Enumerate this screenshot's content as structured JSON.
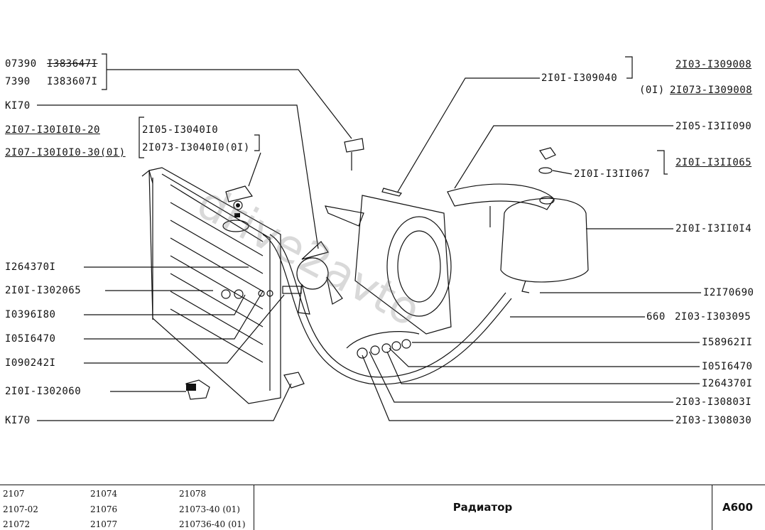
{
  "labels": {
    "l1a": "07390",
    "l1b": "I383647I",
    "l2a": "7390",
    "l2b": "I383607I",
    "k170_top": "KI70",
    "p2107_1": "2I07-I30I0I0-20",
    "p2107_2": "2I07-I30I0I0-30(0I)",
    "p2105": "2I05-I3040I0",
    "p21073": "2I073-I3040I0(0I)",
    "p1264370": "I264370I",
    "p2101_1302065": "2I0I-I302065",
    "p1039618": "I0396I80",
    "p1051647_l": "I05I6470",
    "p1090242": "I090242I",
    "p2101_1302060": "2I0I-I302060",
    "k170_bot": "KI70",
    "p2101_1309040": "2I0I-I309040",
    "p2103_1309008": "2I03-I309008",
    "p0I": "(0I)",
    "p21073_1309008": "2I073-I309008",
    "p2105_1311090": "2I05-I3II090",
    "p2101_1311065": "2I0I-I3II065",
    "p2101_1311067": "2I0I-I3II067",
    "p2101_1311014": "2I0I-I3II0I4",
    "p1217069": "I2I70690",
    "p660": "660",
    "p2103_1303095": "2I03-I303095",
    "p1589621": "I58962II",
    "p1051647_r": "I05I6470",
    "p1264370_r": "I264370I",
    "p2103_1308031": "2I03-I30803I",
    "p2103_1308030": "2I03-I308030"
  },
  "watermark": "drive2avto",
  "footer": {
    "models": [
      [
        "2107",
        "21074",
        "21078"
      ],
      [
        "2107-02",
        "21076",
        "21073-40 (01)"
      ],
      [
        "21072",
        "21077",
        "210736-40 (01)"
      ]
    ],
    "title": "Радиатор",
    "code": "A600"
  }
}
